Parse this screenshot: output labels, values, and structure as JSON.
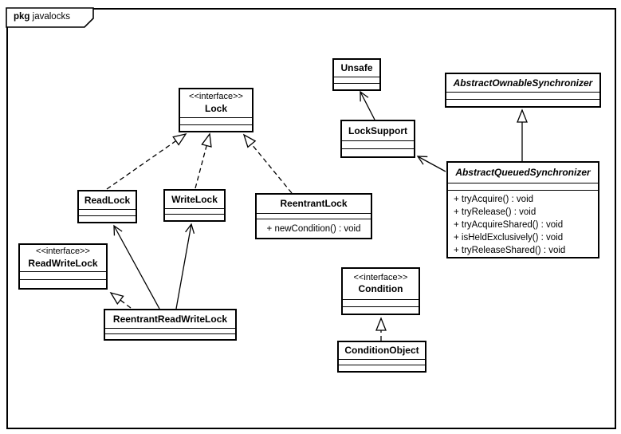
{
  "package": {
    "keyword": "pkg",
    "name": "javalocks"
  },
  "colors": {
    "line": "#000000",
    "box_fill": "#ffffff",
    "background": "#ffffff"
  },
  "classes": {
    "lock": {
      "stereotype": "<<interface>>",
      "name": "Lock"
    },
    "unsafe": {
      "name": "Unsafe"
    },
    "lockSupport": {
      "name": "LockSupport"
    },
    "abstractOwnableSynchronizer": {
      "name": "AbstractOwnableSynchronizer",
      "abstract": true
    },
    "abstractQueuedSynchronizer": {
      "name": "AbstractQueuedSynchronizer",
      "abstract": true,
      "methods": [
        "+ tryAcquire() : void",
        "+ tryRelease() : void",
        "+ tryAcquireShared() : void",
        "+ isHeldExclusively() : void",
        "+ tryReleaseShared() : void"
      ]
    },
    "readLock": {
      "name": "ReadLock"
    },
    "writeLock": {
      "name": "WriteLock"
    },
    "reentrantLock": {
      "name": "ReentrantLock",
      "methods": [
        "+ newCondition() : void"
      ]
    },
    "readWriteLock": {
      "stereotype": "<<interface>>",
      "name": "ReadWriteLock"
    },
    "reentrantReadWriteLock": {
      "name": "ReentrantReadWriteLock"
    },
    "condition": {
      "stereotype": "<<interface>>",
      "name": "Condition"
    },
    "conditionObject": {
      "name": "ConditionObject"
    }
  },
  "relationships": [
    {
      "from": "ReadLock",
      "to": "Lock",
      "type": "realization"
    },
    {
      "from": "WriteLock",
      "to": "Lock",
      "type": "realization"
    },
    {
      "from": "ReentrantLock",
      "to": "Lock",
      "type": "realization"
    },
    {
      "from": "ReentrantReadWriteLock",
      "to": "ReadWriteLock",
      "type": "realization"
    },
    {
      "from": "ConditionObject",
      "to": "Condition",
      "type": "realization"
    },
    {
      "from": "AbstractQueuedSynchronizer",
      "to": "AbstractOwnableSynchronizer",
      "type": "generalization"
    },
    {
      "from": "LockSupport",
      "to": "Unsafe",
      "type": "association"
    },
    {
      "from": "AbstractQueuedSynchronizer",
      "to": "LockSupport",
      "type": "association"
    },
    {
      "from": "ReentrantReadWriteLock",
      "to": "ReadLock",
      "type": "association"
    },
    {
      "from": "ReentrantReadWriteLock",
      "to": "WriteLock",
      "type": "association"
    }
  ]
}
